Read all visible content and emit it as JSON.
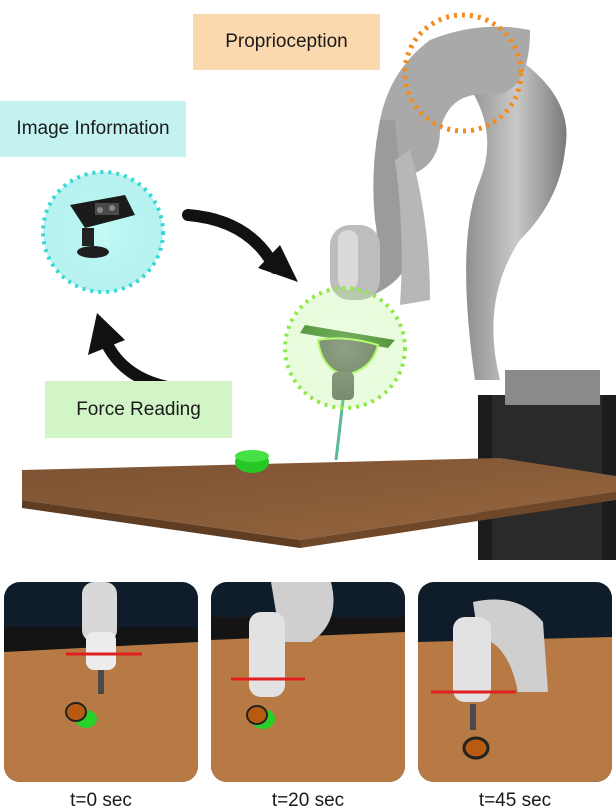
{
  "labels": {
    "proprioception": "Proprioception",
    "image_information": "Image Information",
    "force_reading": "Force Reading"
  },
  "frames": [
    {
      "caption": "t=0 sec"
    },
    {
      "caption": "t=20 sec"
    },
    {
      "caption": "t=45 sec"
    }
  ],
  "colors": {
    "proprioception": "#f28c1e",
    "image": "#37d8d4",
    "force": "#7fe23a",
    "table": "#8a5a36"
  }
}
